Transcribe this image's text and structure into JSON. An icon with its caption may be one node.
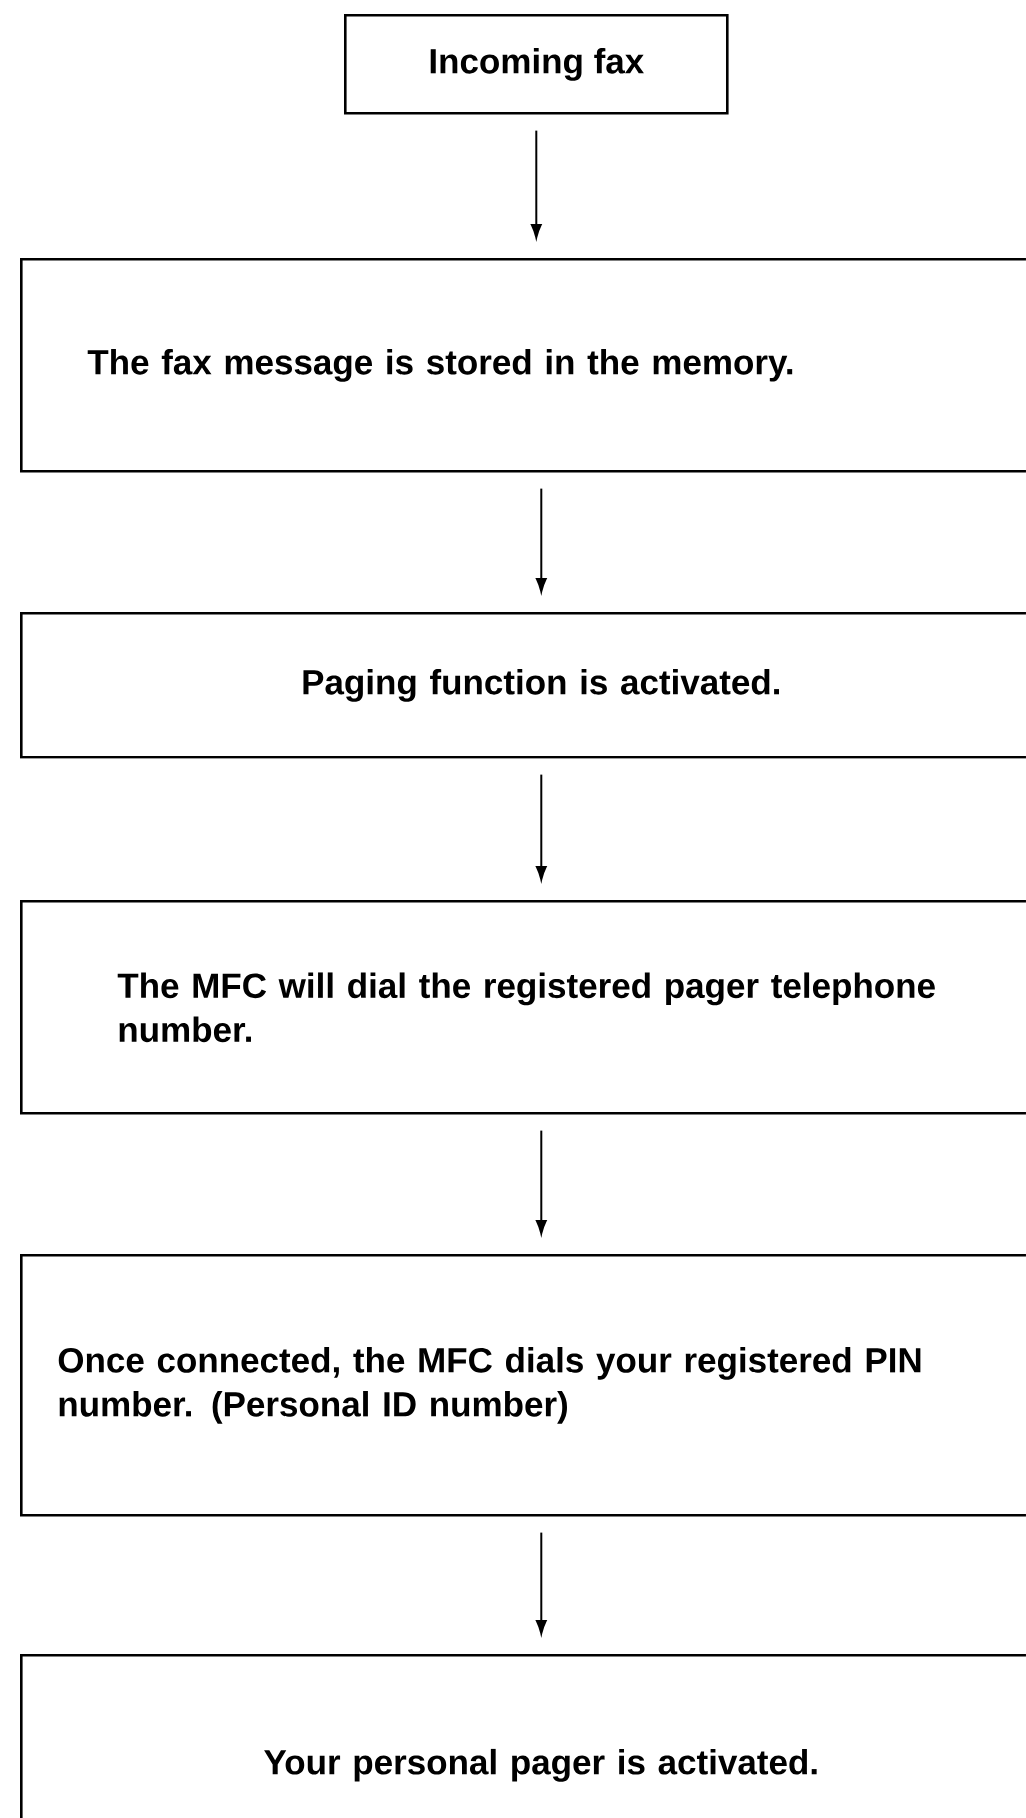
{
  "diagram": {
    "nodes": [
      {
        "text": [
          "Incoming fax"
        ]
      },
      {
        "text": [
          "The fax message is stored in the memory."
        ]
      },
      {
        "text": [
          "Paging function is activated."
        ]
      },
      {
        "text": [
          "The MFC will dial the registered pager telephone number."
        ]
      },
      {
        "text": [
          "Once connected, the MFC dials your registered PIN number. (Personal ID number)"
        ]
      },
      {
        "text": [
          "Your personal pager is activated."
        ]
      }
    ],
    "edges": [
      {
        "from": 0,
        "to": 1,
        "arrow": "to"
      },
      {
        "from": 1,
        "to": 2,
        "arrow": "to"
      },
      {
        "from": 2,
        "to": 3,
        "arrow": "to"
      },
      {
        "from": 3,
        "to": 4,
        "arrow": "to"
      },
      {
        "from": 4,
        "to": 5,
        "arrow": "to"
      }
    ]
  }
}
